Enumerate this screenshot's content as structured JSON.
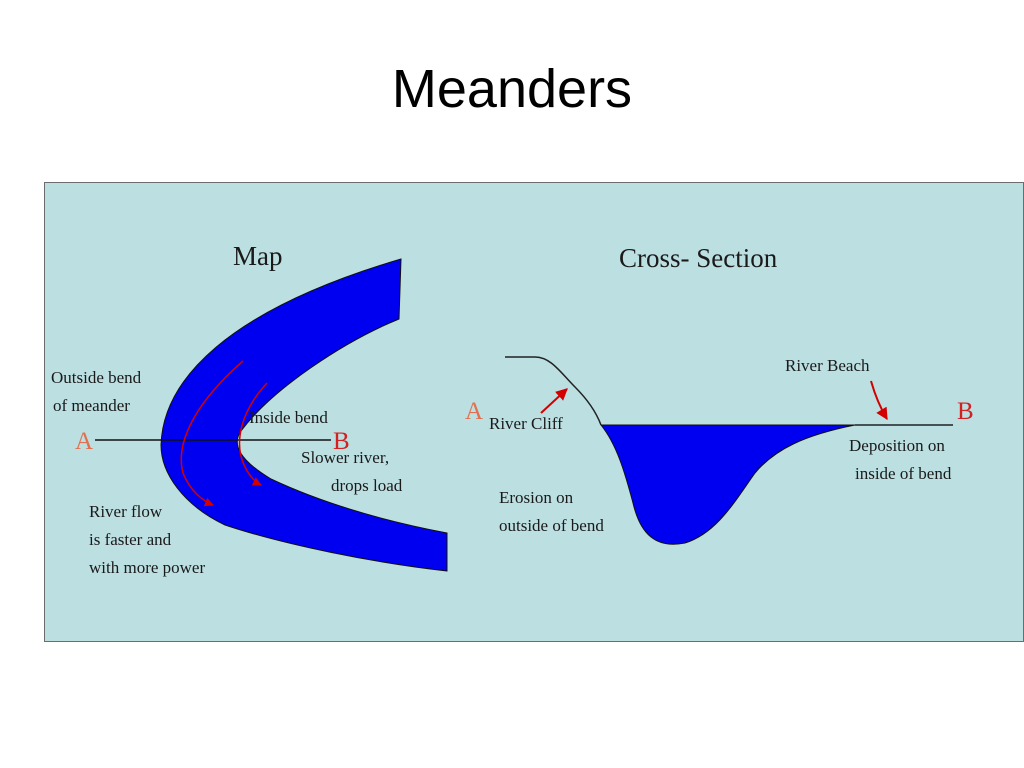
{
  "title": "Meanders",
  "colors": {
    "water": "#0000f0",
    "background": "#bcdfe2",
    "arrow": "#d40000",
    "letter_a": "#e07050",
    "letter_b": "#d42020"
  },
  "map": {
    "heading": "Map",
    "outside_bend_line1": "Outside bend",
    "outside_bend_line2": "of meander",
    "inside_bend": "Inside bend",
    "point_a": "A",
    "point_b": "B",
    "slower_line1": "Slower river,",
    "slower_line2": "drops load",
    "flow_line1": "River flow",
    "flow_line2": "is faster and",
    "flow_line3": "with more power"
  },
  "cross_section": {
    "heading": "Cross- Section",
    "point_a": "A",
    "point_b": "B",
    "river_cliff": "River Cliff",
    "river_beach": "River Beach",
    "deposition_line1": "Deposition on",
    "deposition_line2": "inside of bend",
    "erosion_line1": "Erosion on",
    "erosion_line2": "outside of bend"
  }
}
